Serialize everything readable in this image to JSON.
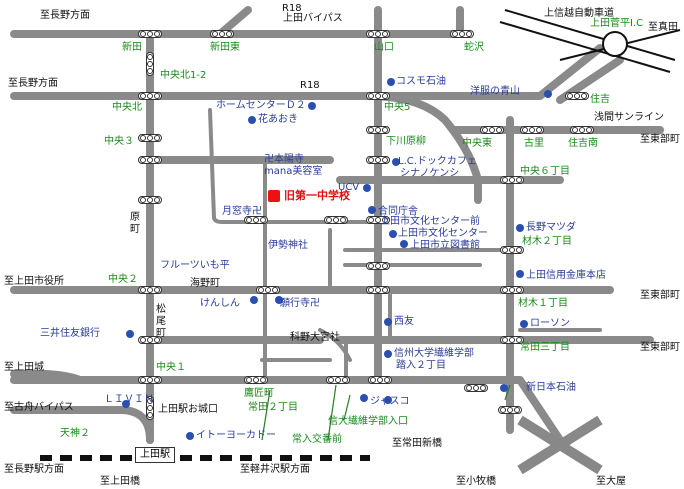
{
  "map": {
    "school": "旧第一中学校",
    "station": "上田駅",
    "directions": {
      "naganoTop": "至長野方面",
      "naganoMid": "至長野方面",
      "shinetsu": "上信越自動車道",
      "sugadaira": "上田菅平I.C",
      "sanadaTop": "至真田",
      "r18Top": "R18",
      "uedaBypass": "上田バイパス",
      "r18Mid": "R18",
      "asamaSunline": "浅間サンライン",
      "tobuOne": "至東部町",
      "tobuTwo": "至東部町",
      "tobuThree": "至東部町",
      "shiyakusho": "至上田市役所",
      "uedajo": "至上田城",
      "kofunaBypass": "至古舟バイパス",
      "naganoEki": "至長野駅方面",
      "karuizawa": "至軽井沢駅方面",
      "uedabashi": "至上田橋",
      "tokidaShinbashi": "至常田新橋",
      "komaki": "至小牧橋",
      "okubo": "至大屋"
    },
    "intersections": {
      "shinden": "新田",
      "shindenHigashi": "新田東",
      "yamaguchi": "山口",
      "jakuzawa": "蛇沢",
      "chuoKita12": "中央北1-2",
      "chuoKita": "中央北",
      "chuo5": "中央5",
      "chuo3": "中央３",
      "shimogawaraYanagi": "下川原柳",
      "chuoHigashi": "中央東",
      "furuyoshi": "古里",
      "sumiyoshi": "住吉",
      "sumiyoshiMinami": "住吉南",
      "chuo6": "中央６丁目",
      "hara": "原",
      "machi": "町",
      "chuo2": "中央２",
      "kaidoMachi": "海野町",
      "zaimoku2": "材木２丁目",
      "zaimoku1": "材木１丁目",
      "matsuo": "松",
      "o": "尾",
      "cho": "町",
      "chuo1": "中央１",
      "tokida3": "常田三丁目",
      "kagoshoMachi": "鷹匠町",
      "tokida2": "常田２丁目",
      "tenjin2": "天神２",
      "jokoMae": "常入交番前",
      "shindaiIriguchi": "信大繊維学部入口",
      "shindaiMae": "信州大学繊維学部",
      "shindaiMae2": "踏入２丁目"
    },
    "landmarks": {
      "cosmo": "コスモ石油",
      "homeCenter": "ホームセンターＤ２",
      "hanaoki": "花あおき",
      "yoppu": "洋服の青山",
      "honyoji": "卍本陽寺",
      "mana": "mana美容室",
      "lcDock": "L.C.ドックカフェ",
      "shinano": "シナノケンシ",
      "ucv": "UCV",
      "gakusouji": "月窓寺卍",
      "goudou": "合同庁舎",
      "bunka1": "上田市文化センター前",
      "bunka2": "上田市文化センター",
      "library": "上田市立図書館",
      "naganoMazda": "長野マツダ",
      "iseJinja": "伊勢神社",
      "fruits": "フルーツいも平",
      "shinkin": "上田信用金庫本店",
      "kenshin": "けんしん",
      "gankouji": "願行寺卍",
      "saiyu": "西友",
      "lawson": "ローソン",
      "mitsui": "三井住友銀行",
      "kanoTaisha": "科野大宮社",
      "shinNihon": "新日本石油",
      "livin": "ＬＩＶＩＮ",
      "oshiroguchi": "上田駅お城口",
      "ito": "イトーヨーカドー",
      "jusco": "ジャスコ"
    }
  }
}
